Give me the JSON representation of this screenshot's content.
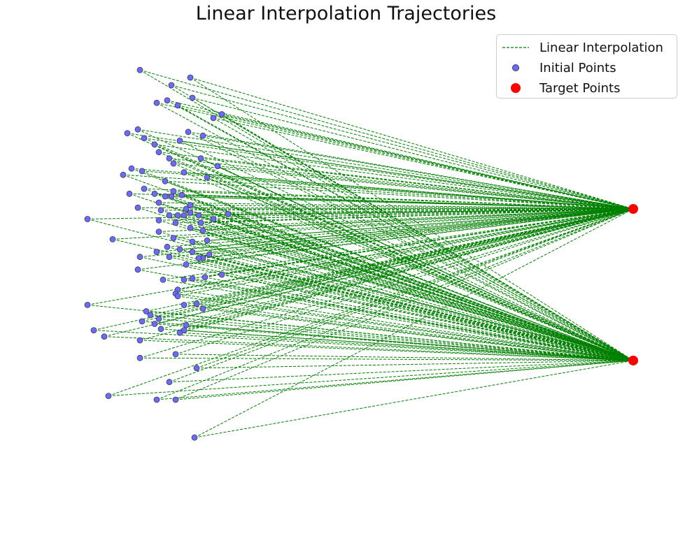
{
  "chart_data": {
    "type": "scatter",
    "title": "Linear Interpolation Trajectories",
    "xlabel": "",
    "ylabel": "",
    "axes_visible": false,
    "grid": false,
    "xlim": [
      -1.55,
      1.45
    ],
    "ylim": [
      -1.95,
      1.95
    ],
    "legend": {
      "placement": "top-right",
      "entries": [
        {
          "label": "Linear Interpolation",
          "marker": "dashed-line",
          "color": "#008000"
        },
        {
          "label": "Initial Points",
          "marker": "circle",
          "color": "#4b4bff"
        },
        {
          "label": "Target Points",
          "marker": "circle",
          "color": "#ff0000"
        }
      ]
    },
    "colors": {
      "line": "#008000",
      "initial_fill": "#6b6bf5",
      "initial_edge": "#3a3a55",
      "target": "#ff0000"
    },
    "target_points": [
      [
        1.3,
        0.6
      ],
      [
        1.3,
        -0.6
      ]
    ],
    "initial_points": [
      [
        -1.05,
        1.7
      ],
      [
        -0.81,
        1.64
      ],
      [
        -0.9,
        1.58
      ],
      [
        -0.92,
        1.46
      ],
      [
        -0.97,
        1.44
      ],
      [
        -0.87,
        1.42
      ],
      [
        -0.8,
        1.48
      ],
      [
        -0.66,
        1.35
      ],
      [
        -0.7,
        1.32
      ],
      [
        -1.06,
        1.23
      ],
      [
        -1.11,
        1.2
      ],
      [
        -1.03,
        1.16
      ],
      [
        -0.82,
        1.21
      ],
      [
        -0.75,
        1.18
      ],
      [
        -0.86,
        1.14
      ],
      [
        -0.98,
        1.11
      ],
      [
        -0.96,
        1.05
      ],
      [
        -0.91,
        1.0
      ],
      [
        -0.76,
        1.0
      ],
      [
        -0.89,
        0.96
      ],
      [
        -0.68,
        0.94
      ],
      [
        -1.09,
        0.92
      ],
      [
        -1.04,
        0.9
      ],
      [
        -0.84,
        0.89
      ],
      [
        -1.13,
        0.87
      ],
      [
        -0.93,
        0.82
      ],
      [
        -0.73,
        0.85
      ],
      [
        -0.89,
        0.74
      ],
      [
        -1.03,
        0.76
      ],
      [
        -0.85,
        0.71
      ],
      [
        -1.1,
        0.72
      ],
      [
        -0.98,
        0.72
      ],
      [
        -0.93,
        0.7
      ],
      [
        -0.9,
        0.7
      ],
      [
        -0.96,
        0.65
      ],
      [
        -0.81,
        0.63
      ],
      [
        -1.06,
        0.61
      ],
      [
        -0.95,
        0.59
      ],
      [
        -0.83,
        0.6
      ],
      [
        -0.81,
        0.57
      ],
      [
        -0.63,
        0.56
      ],
      [
        -0.91,
        0.55
      ],
      [
        -0.87,
        0.55
      ],
      [
        -0.84,
        0.55
      ],
      [
        -0.77,
        0.55
      ],
      [
        -0.7,
        0.52
      ],
      [
        -1.3,
        0.52
      ],
      [
        -0.96,
        0.51
      ],
      [
        -0.88,
        0.49
      ],
      [
        -0.76,
        0.49
      ],
      [
        -0.81,
        0.45
      ],
      [
        -0.96,
        0.42
      ],
      [
        -0.75,
        0.43
      ],
      [
        -1.18,
        0.36
      ],
      [
        -0.89,
        0.37
      ],
      [
        -0.73,
        0.35
      ],
      [
        -0.8,
        0.34
      ],
      [
        -0.92,
        0.3
      ],
      [
        -0.86,
        0.28
      ],
      [
        -0.97,
        0.26
      ],
      [
        -0.8,
        0.26
      ],
      [
        -0.72,
        0.24
      ],
      [
        -0.75,
        0.21
      ],
      [
        -1.05,
        0.22
      ],
      [
        -0.91,
        0.22
      ],
      [
        -0.77,
        0.21
      ],
      [
        -0.83,
        0.16
      ],
      [
        -1.06,
        0.12
      ],
      [
        -0.74,
        0.06
      ],
      [
        -0.8,
        0.05
      ],
      [
        -0.84,
        0.04
      ],
      [
        -0.66,
        0.08
      ],
      [
        -0.94,
        0.04
      ],
      [
        -0.87,
        -0.04
      ],
      [
        -0.88,
        -0.07
      ],
      [
        -0.87,
        -0.09
      ],
      [
        -0.84,
        -0.16
      ],
      [
        -0.78,
        -0.15
      ],
      [
        -0.75,
        -0.19
      ],
      [
        -1.3,
        -0.16
      ],
      [
        -1.02,
        -0.21
      ],
      [
        -1.0,
        -0.24
      ],
      [
        -0.96,
        -0.27
      ],
      [
        -1.04,
        -0.29
      ],
      [
        -0.98,
        -0.31
      ],
      [
        -0.83,
        -0.32
      ],
      [
        -1.27,
        -0.36
      ],
      [
        -0.95,
        -0.35
      ],
      [
        -0.84,
        -0.36
      ],
      [
        -0.86,
        -0.38
      ],
      [
        -1.22,
        -0.41
      ],
      [
        -1.05,
        -0.44
      ],
      [
        -1.05,
        -0.58
      ],
      [
        -0.88,
        -0.55
      ],
      [
        -0.78,
        -0.66
      ],
      [
        -0.91,
        -0.77
      ],
      [
        -1.2,
        -0.88
      ],
      [
        -0.97,
        -0.91
      ],
      [
        -0.88,
        -0.91
      ],
      [
        -0.79,
        -1.21
      ]
    ]
  }
}
